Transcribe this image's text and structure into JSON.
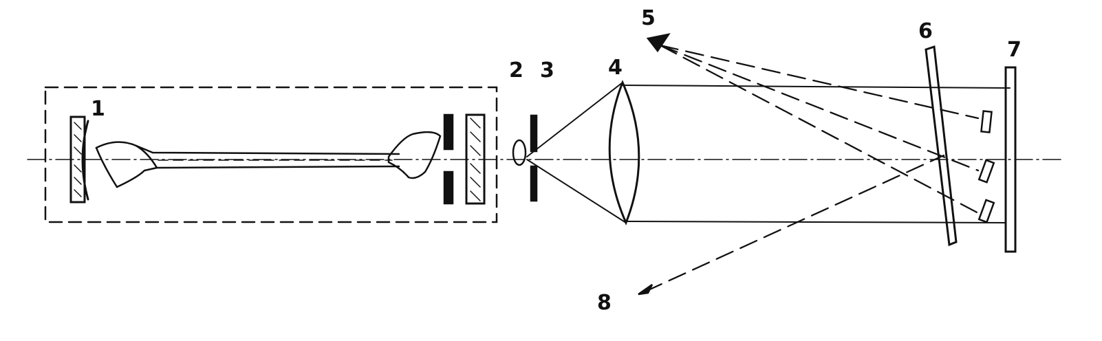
{
  "diagram": {
    "labels": {
      "n1": "1",
      "n2": "2",
      "n3": "3",
      "n4": "4",
      "n5": "5",
      "n6": "6",
      "n7": "7",
      "n8": "8"
    },
    "colors": {
      "ink": "#111111",
      "background": "#ffffff"
    }
  }
}
